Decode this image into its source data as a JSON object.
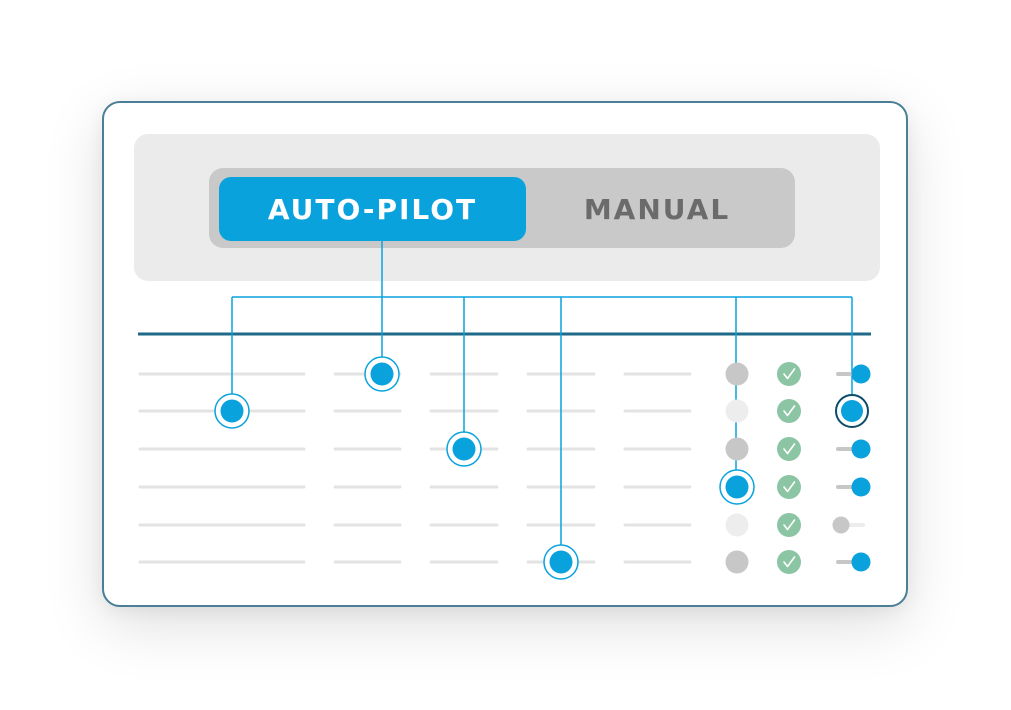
{
  "mode_toggle": {
    "auto_pilot_label": "AUTO-PILOT",
    "manual_label": "MANUAL",
    "selected": "AUTO-PILOT"
  },
  "colors": {
    "accent": "#0aa2dd",
    "divider": "#1e6a88",
    "placeholder_line": "#e3e3e3",
    "status_gray": "#c7c7c7",
    "status_faint": "#ededed",
    "check_green": "#8cc5a4",
    "card_border": "#4a7f96"
  },
  "table": {
    "rows": [
      {
        "selected_column": 2,
        "status": "gray",
        "check": true,
        "toggle_on": true
      },
      {
        "selected_column": 1,
        "status": "faint",
        "check": true,
        "toggle_on": true
      },
      {
        "selected_column": 3,
        "status": "gray",
        "check": true,
        "toggle_on": true
      },
      {
        "selected_column": 5,
        "status": "selected",
        "check": true,
        "toggle_on": true
      },
      {
        "selected_column": null,
        "status": "faint",
        "check": true,
        "toggle_on": false
      },
      {
        "selected_column": 4,
        "status": "gray",
        "check": true,
        "toggle_on": true
      }
    ],
    "icons": {
      "status": "status-dot-icon",
      "check": "check-circle-icon",
      "toggle": "toggle-switch-icon",
      "selection": "selection-node-icon"
    }
  }
}
